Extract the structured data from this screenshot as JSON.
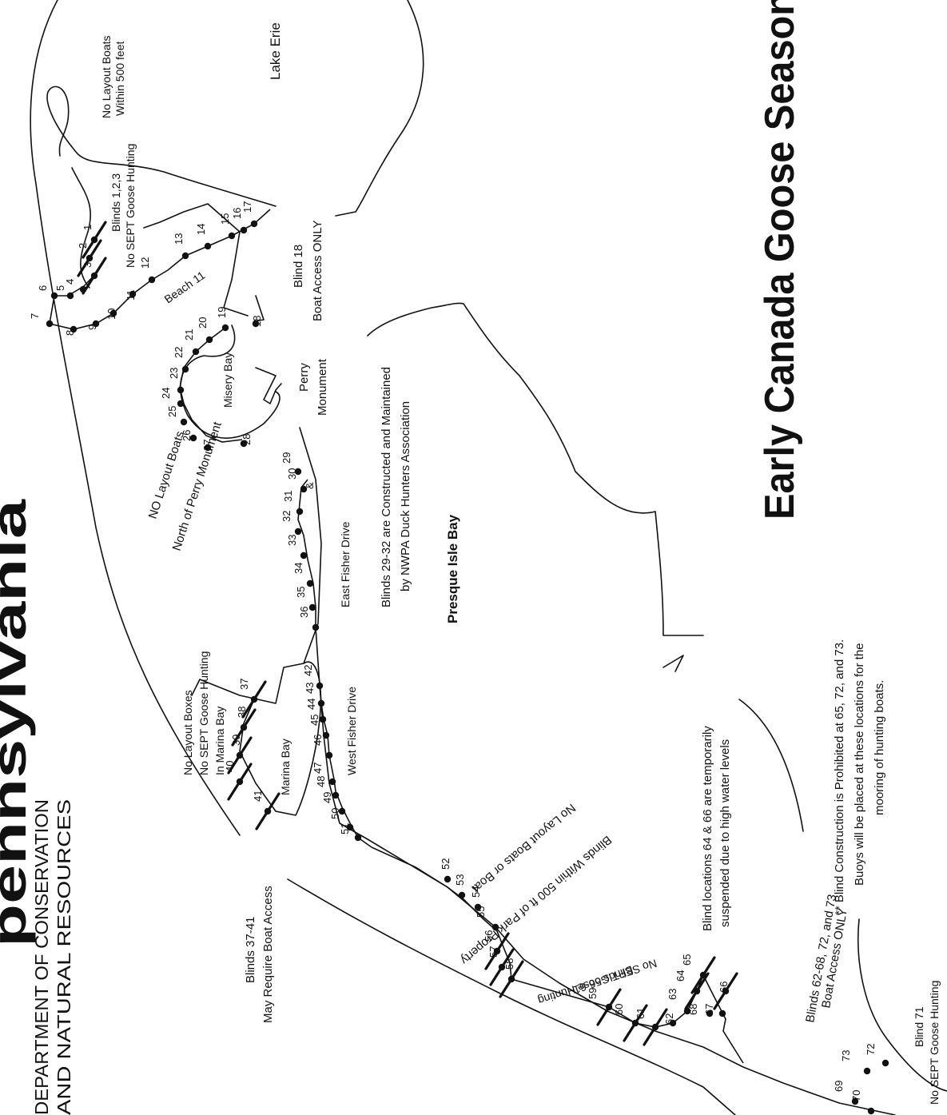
{
  "header": {
    "logo_text": "pennsylvania",
    "dept_line1": "DEPARTMENT OF CONSERVATION",
    "dept_line2": "AND NATURAL RESOURCES"
  },
  "title": "Early Canada Goose Season",
  "places": {
    "lake_erie": "Lake Erie",
    "presque_isle_bay": "Presque Isle Bay",
    "misery_bay": "Misery Bay",
    "marina_bay": "Marina Bay",
    "beach_11": "Beach 11",
    "perry_monument_1": "Perry",
    "perry_monument_2": "Monument",
    "east_fisher_drive": "East Fisher Drive",
    "west_fisher_drive": "West Fisher Drive"
  },
  "notes": {
    "no_layout_500_1": "No Layout Boats",
    "no_layout_500_2": "Within 500 feet",
    "blinds_123_1": "Blinds 1,2,3",
    "blinds_123_2": "No SEPT Goose Hunting",
    "blind18_1": "Blind 18",
    "blind18_2": "Boat Access ONLY",
    "perry_north_1": "NO Layout Boats",
    "perry_north_2": "North of Perry Monument",
    "blinds_29_32_1": "Blinds 29-32 are Constructed and Maintained",
    "blinds_29_32_2": "by NWPA Duck Hunters Association",
    "marina_1": "No Layout Boxes",
    "marina_2": "No SEPT Goose Hunting",
    "marina_3": "In Marina Bay",
    "park_1": "Blinds Within 500 ft of Park Property",
    "park_2": "No Layout Boats or Boat",
    "b37_1": "Blinds 37-41",
    "b37_2": "May Require Boat Access",
    "b56_1": "Blinds 56-61",
    "b56_2": "No SEPT Goose Hunting",
    "b64_1": "Blind locations 64 & 66 are temporarily",
    "b64_2": "suspended due to high water levels",
    "b62_1": "Blinds 62-68, 72, and 73",
    "b62_2": "Boat Access ONLY",
    "foot_1": "** Blind Construction is Prohibited at 65, 72, and 73.",
    "foot_2": "Buoys will be placed at these locations for the",
    "foot_3": "mooring of hunting boats.",
    "b71_1": "Blind 71",
    "b71_2": "No SEPT Goose Hunting"
  },
  "blinds": [
    "1",
    "2",
    "3",
    "4",
    "5",
    "6",
    "7",
    "8",
    "9",
    "10",
    "11",
    "12",
    "13",
    "14",
    "15",
    "16",
    "17",
    "18",
    "19",
    "20",
    "21",
    "22",
    "23",
    "24",
    "25",
    "26",
    "27",
    "28",
    "29",
    "30",
    "31",
    "32",
    "33",
    "34",
    "35",
    "36",
    "37",
    "38",
    "39",
    "40",
    "41",
    "42",
    "43",
    "44",
    "45",
    "46",
    "47",
    "48",
    "49",
    "50",
    "51",
    "52",
    "53",
    "54",
    "55",
    "56",
    "57",
    "58",
    "59",
    "60",
    "61",
    "62",
    "63",
    "64",
    "65",
    "66",
    "67",
    "68",
    "69",
    "70",
    "72",
    "73"
  ],
  "crossed_out_blinds": [
    "1",
    "2",
    "3",
    "37",
    "38",
    "39",
    "40",
    "41",
    "56",
    "57",
    "58",
    "59",
    "60",
    "61",
    "64",
    "65",
    "66"
  ],
  "monument_marker": "&"
}
